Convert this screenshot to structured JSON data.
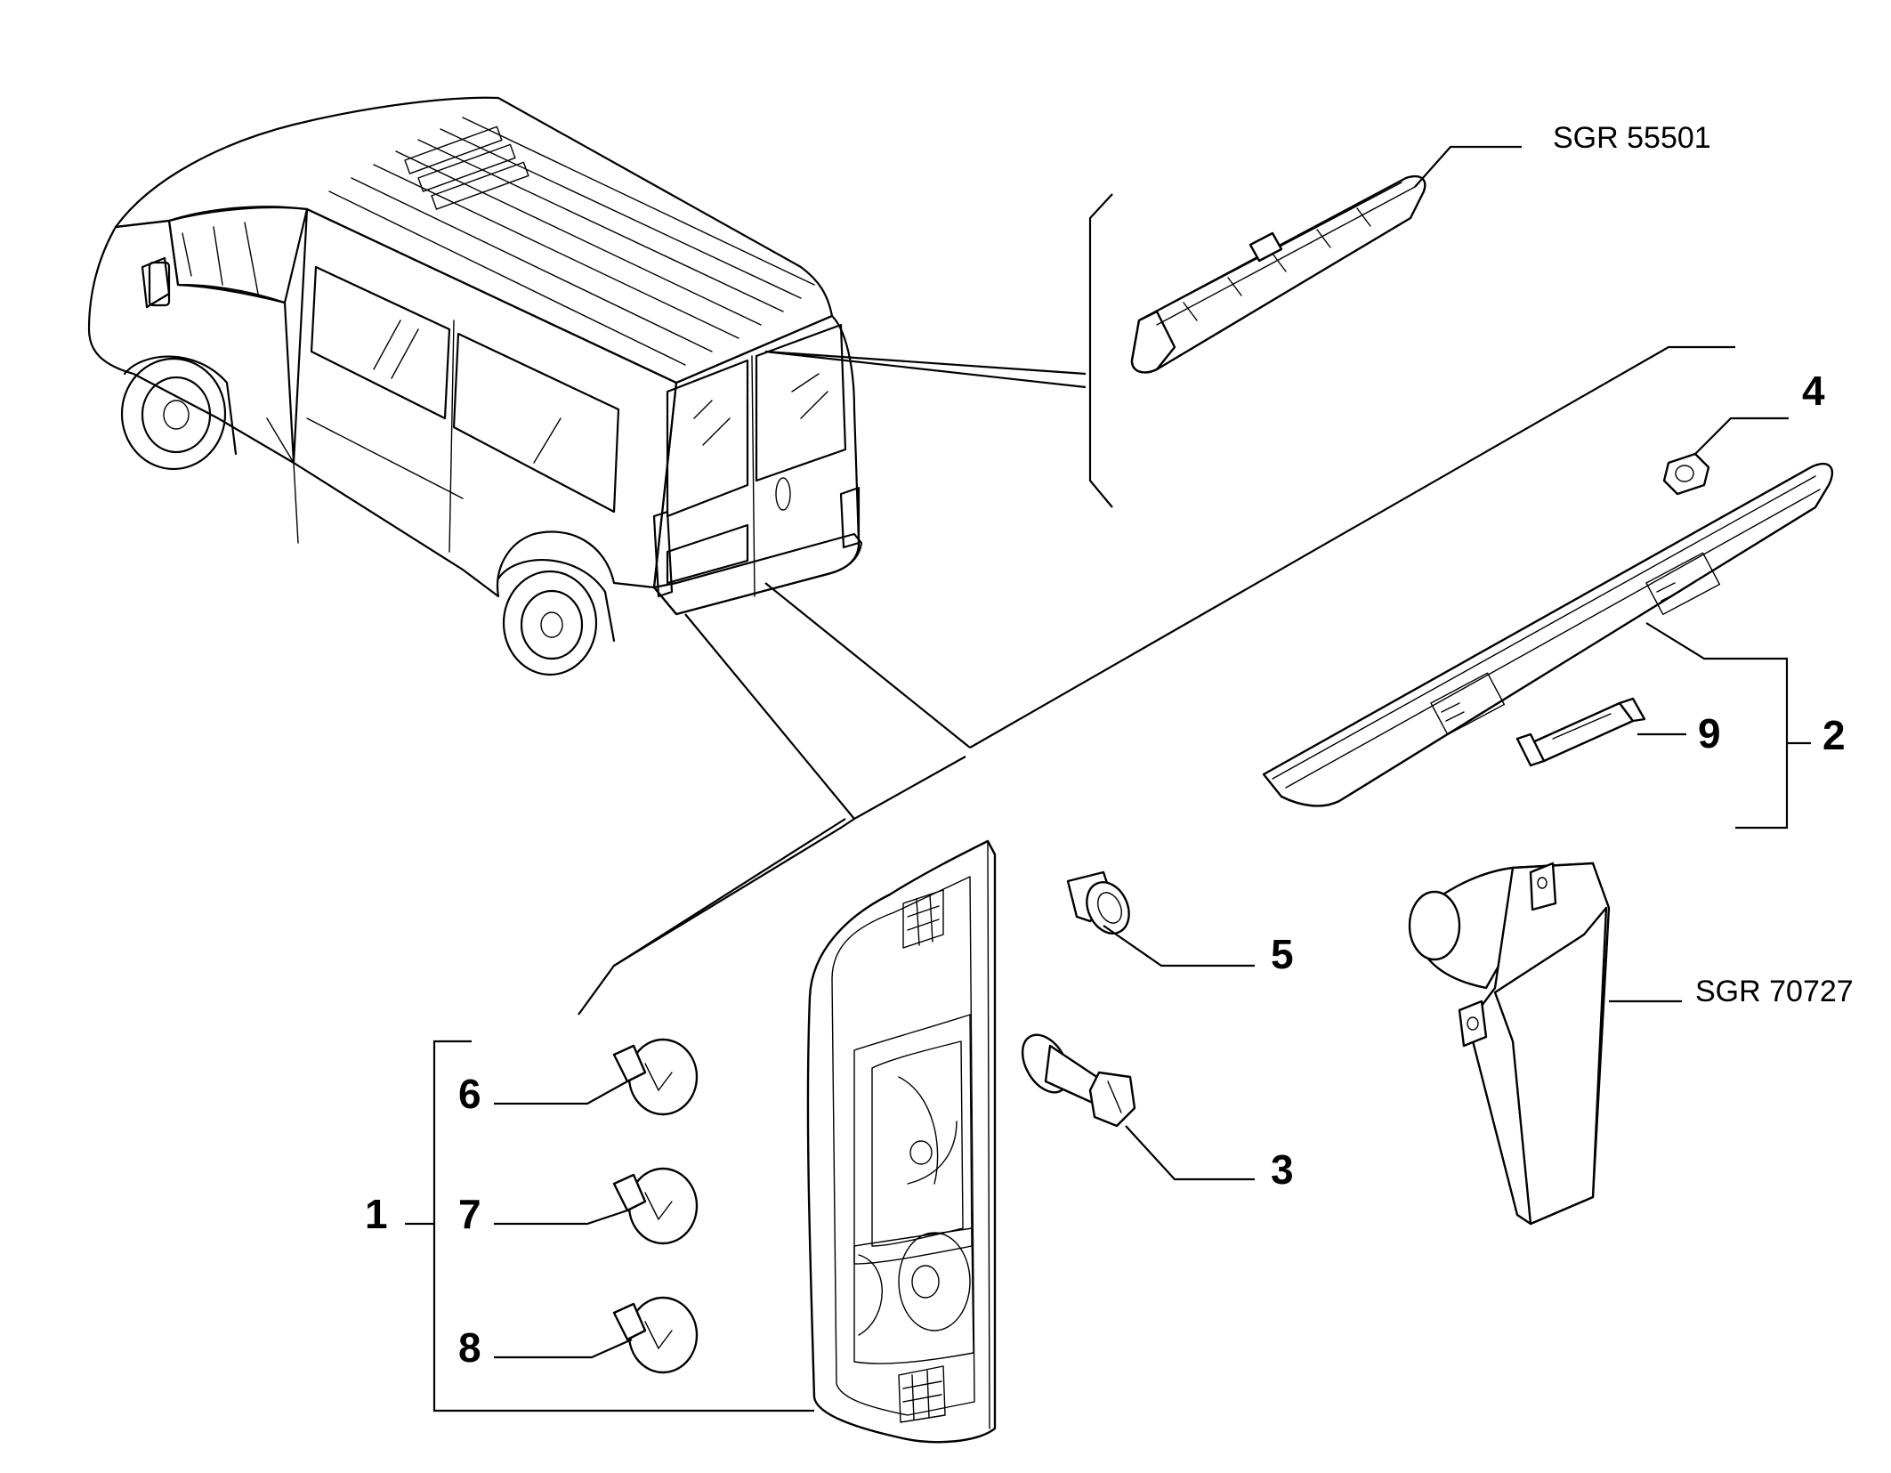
{
  "diagram": {
    "references": {
      "top": "SGR 55501",
      "right": "SGR 70727"
    },
    "callouts": {
      "c1": "1",
      "c2": "2",
      "c3": "3",
      "c4": "4",
      "c5": "5",
      "c6": "6",
      "c7": "7",
      "c8": "8",
      "c9": "9"
    }
  }
}
